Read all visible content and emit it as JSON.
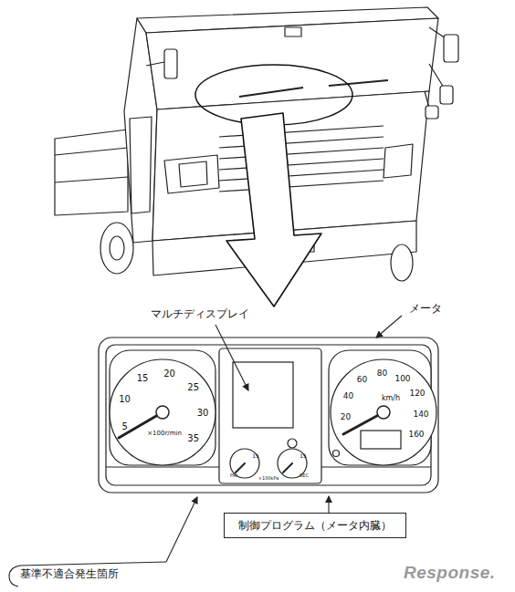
{
  "diagram": {
    "nodes": [
      {
        "text": [
          "制御プログラム（メータ内臓）"
        ]
      }
    ],
    "labels": [
      "マルチディスプレイ",
      "メータ",
      "5",
      "10",
      "15",
      "20",
      "25",
      "30",
      "35",
      "×100r/min",
      "20",
      "40",
      "60",
      "80",
      "100",
      "120",
      "140",
      "160",
      "km/h",
      "PRI",
      "15",
      "SEC",
      "15",
      "×100kPa",
      "基準不適合発生箇所",
      "Response."
    ]
  }
}
